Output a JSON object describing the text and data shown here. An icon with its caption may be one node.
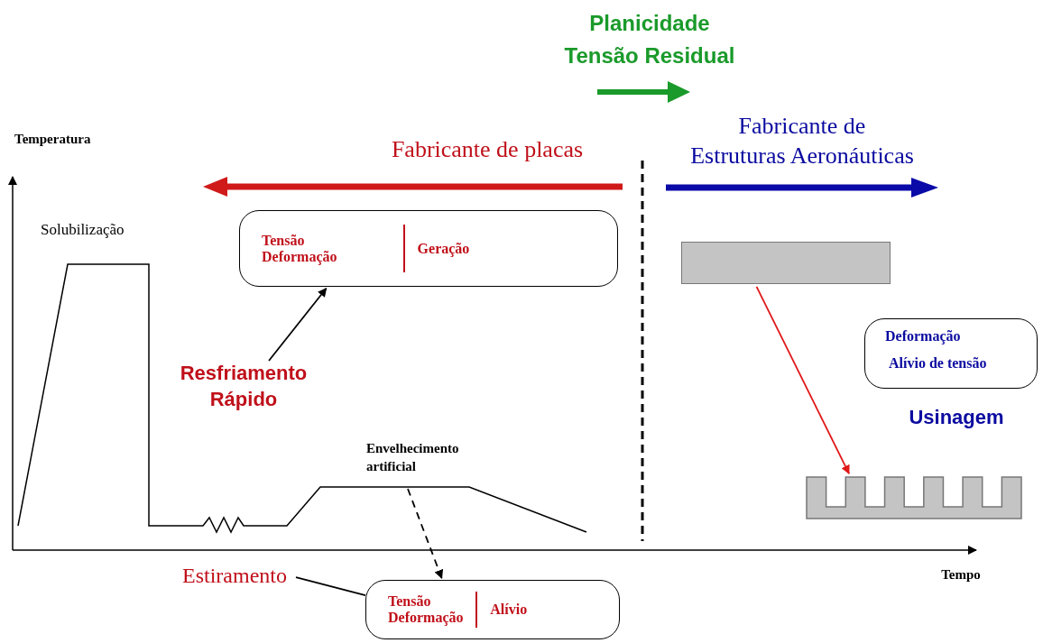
{
  "diagram": {
    "nodes": [
      {
        "text": [
          "Tensão Deformação",
          "Geração"
        ]
      },
      {
        "text": [
          "Resfriamento Rápido"
        ]
      },
      {
        "text": [
          "Tensão Deformação",
          "Alívio"
        ]
      },
      {
        "text": [
          "Estiramento"
        ]
      },
      {
        "text": [],
        "shape": "bar"
      },
      {
        "text": [],
        "shape": "picture"
      },
      {
        "text": [
          "Deformação",
          "Alívio de tensão"
        ]
      }
    ],
    "edges": [
      {
        "from": 1,
        "to": 0,
        "arrow": "to"
      },
      {
        "from": null,
        "to": 2,
        "arrow": "to",
        "style": "dashed"
      },
      {
        "from": 3,
        "to": 2,
        "arrow": "none"
      },
      {
        "from": 4,
        "to": 5,
        "arrow": "to",
        "color": "#e01818"
      }
    ],
    "labels": [
      "Planicidade Tensão Residual",
      "Temperatura",
      "Fabricante de placas",
      "Fabricante de Estruturas Aeronáuticas",
      "Solubilização",
      "Envelhecimento artificial",
      "Usinagem",
      "Tempo"
    ]
  }
}
